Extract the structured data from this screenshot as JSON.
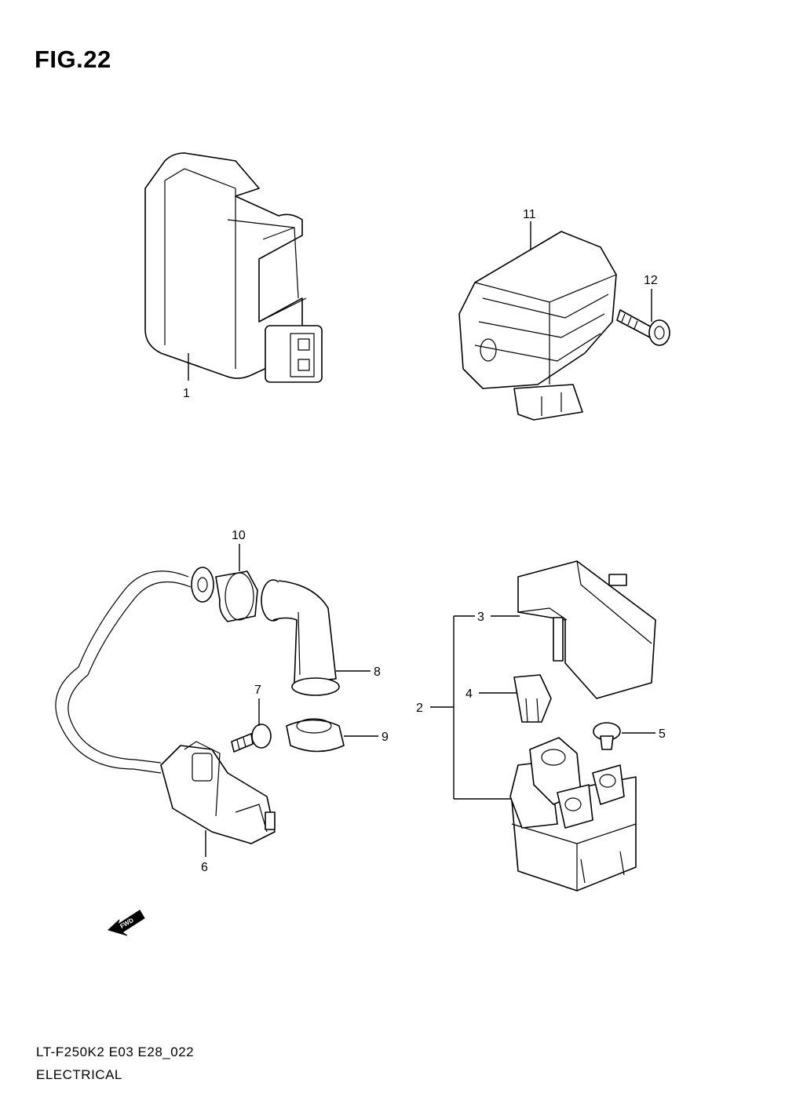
{
  "figure": {
    "title": "FIG.22"
  },
  "footer": {
    "model_code": "LT-F250K2 E03 E28_022",
    "section": "ELECTRICAL"
  },
  "callouts": {
    "c1": "1",
    "c2": "2",
    "c3": "3",
    "c4": "4",
    "c5": "5",
    "c6": "6",
    "c7": "7",
    "c8": "8",
    "c9": "9",
    "c10": "10",
    "c11": "11",
    "c12": "12"
  },
  "direction_badge": {
    "label": "FWD"
  }
}
